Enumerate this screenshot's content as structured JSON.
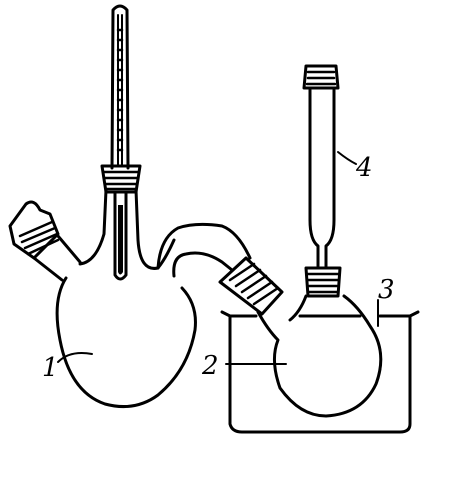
{
  "labels": {
    "reaction_flask": "1",
    "receiving_flask": "2",
    "cooling_bath": "3",
    "condenser": "4"
  }
}
